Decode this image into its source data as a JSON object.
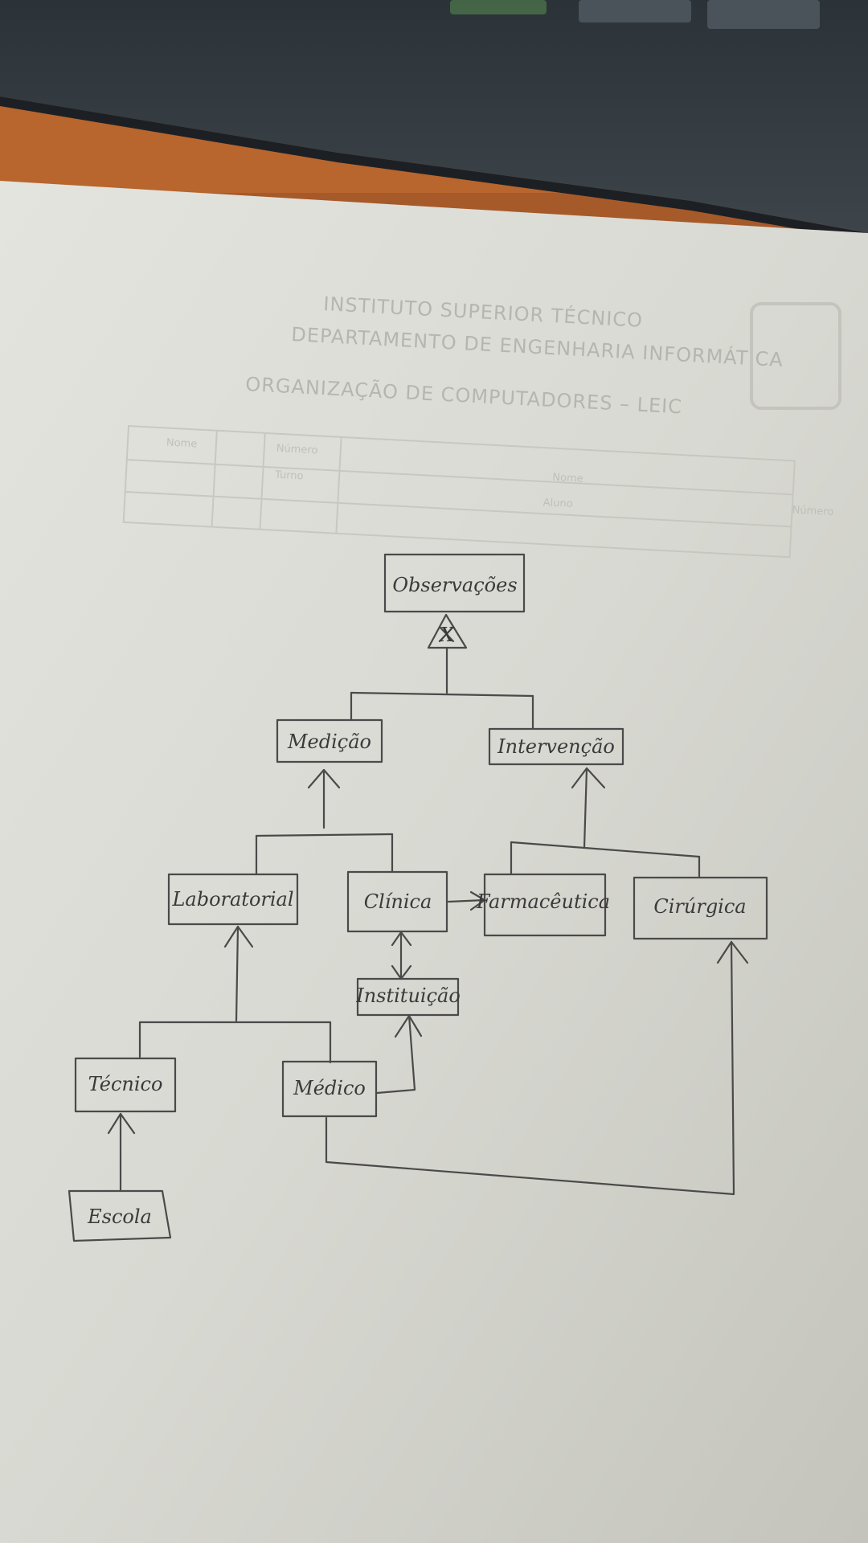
{
  "sheet_header": {
    "institution": "INSTITUTO SUPERIOR TÉCNICO",
    "department": "DEPARTAMENTO DE ENGENHARIA INFORMÁTICA",
    "course": "ORGANIZAÇÃO DE COMPUTADORES – LEIC",
    "table_cells": [
      "Número",
      "Nome",
      "Aluno",
      "Nome",
      "Número",
      "Turno"
    ]
  },
  "diagram": {
    "nodes": {
      "observacoes": "Observações",
      "medicao": "Medição",
      "intervencao": "Intervenção",
      "laboratorial": "Laboratorial",
      "clinica": "Clínica",
      "farmaceutica": "Farmacêutica",
      "cirurgica": "Cirúrgica",
      "instituicao": "Instituição",
      "tecnico": "Técnico",
      "medico": "Médico",
      "escola": "Escola"
    },
    "abstract_marker": "X"
  }
}
